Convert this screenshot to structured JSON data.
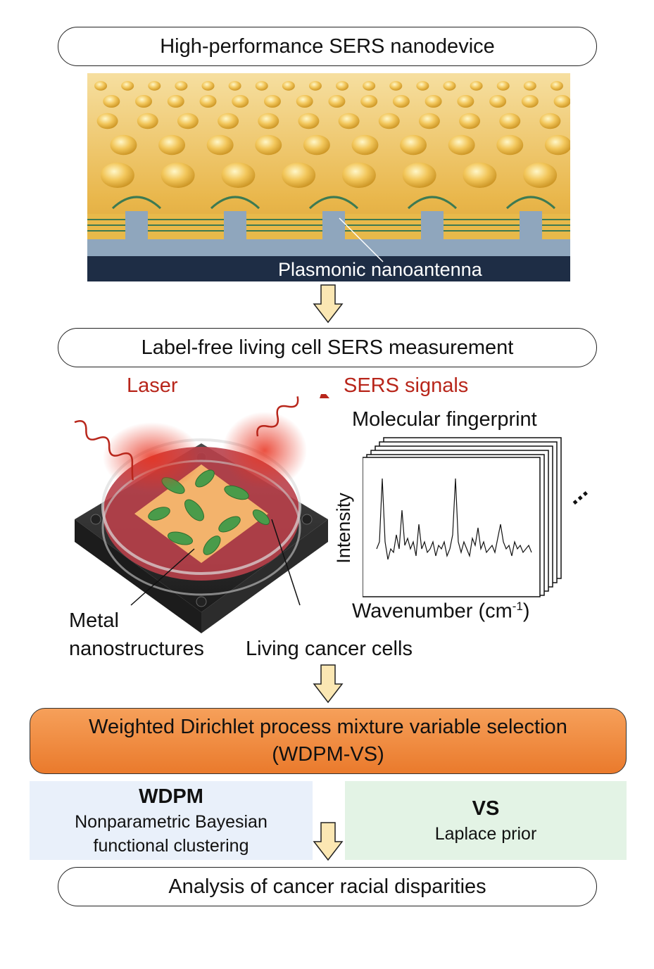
{
  "step1": {
    "title": "High-performance SERS nanodevice",
    "nanoantenna_label": "Plasmonic nanoantenna"
  },
  "step2": {
    "title": "Label-free living cell SERS measurement",
    "laser": "Laser",
    "sers_signals": "SERS signals",
    "fingerprint": "Molecular fingerprint",
    "ylabel": "Intensity",
    "xlabel_main": "Wavenumber (cm",
    "xlabel_sup": "-1",
    "xlabel_end": ")",
    "ellipsis": "...",
    "metal_line1": "Metal",
    "metal_line2": "nanostructures",
    "cells": "Living cancer cells"
  },
  "step3": {
    "line1": "Weighted Dirichlet process mixture variable selection",
    "line2": "(WDPM-VS)"
  },
  "wdpm": {
    "title": "WDPM",
    "line1": "Nonparametric Bayesian",
    "line2": "functional clustering"
  },
  "vs": {
    "title": "VS",
    "line1": "Laplace prior"
  },
  "step4": {
    "title": "Analysis of cancer racial disparities"
  },
  "colors": {
    "gold": "#e8b94a",
    "base": "#1e2d45",
    "pillar": "#8fa6bd",
    "orange": "#f08a3a",
    "red": "#b8261b",
    "blue_panel": "#e9f0fa",
    "green_panel": "#e3f3e5"
  }
}
